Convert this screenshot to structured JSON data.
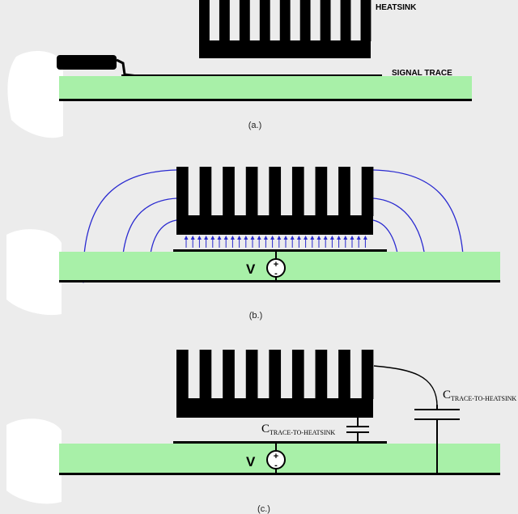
{
  "panel_a": {
    "heatsink_label": "HEATSINK",
    "signal_trace_label": "SIGNAL TRACE",
    "caption": "(a.)"
  },
  "panel_b": {
    "source_label": "V",
    "caption": "(b.)"
  },
  "panel_c": {
    "source_label": "V",
    "cap_label_main": "C",
    "cap_label_sub": "TRACE-TO-HEATSINK",
    "cap_label2_main": "C",
    "cap_label2_sub": "TRACE-TO-HEATSINK",
    "caption": "(c.)"
  },
  "colors": {
    "background": "#ececec",
    "pcb": "#a8f0a8",
    "field_lines": "#2a2ad0",
    "ink": "#000000"
  }
}
